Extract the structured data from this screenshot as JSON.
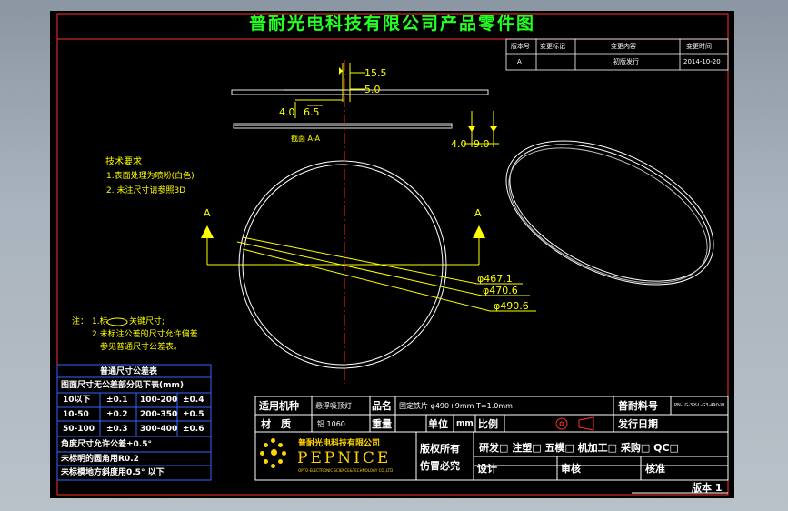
{
  "title": "普耐光电科技有限公司产品零件图",
  "revision_table": {
    "headers": [
      "版本号",
      "变更标记",
      "变更内容",
      "变更时间"
    ],
    "row": [
      "A",
      "",
      "初版发行",
      "2014-10-20"
    ]
  },
  "dims": {
    "d15_5": "15.5",
    "d5_0": "5.0",
    "d4_0a": "4.0",
    "d6_5": "6.5",
    "d4_0b": "4.0",
    "d9_0": "9.0",
    "section": "截面 A-A",
    "section_mark_left": "A",
    "section_mark_right": "A",
    "dia1": "φ467.1",
    "dia2": "φ470.6",
    "dia3": "φ490.6"
  },
  "tech": {
    "heading": "技术要求",
    "line1": "1.表面处理为喷粉(白色)",
    "line2": "2. 未注尺寸请参照3D"
  },
  "note": {
    "prefix": "注：",
    "line1_a": "1.标",
    "line1_b": "关键尺寸;",
    "line2": "2.未标注公差的尺寸允许偏差",
    "line3": "参见普通尺寸公差表。"
  },
  "tolerance": {
    "title": "普通尺寸公差表",
    "subtitle": "图面尺寸无公差部分见下表(mm)",
    "rows": [
      [
        "10以下",
        "±0.1",
        "100-200",
        "±0.4"
      ],
      [
        "10-50",
        "±0.2",
        "200-350",
        "±0.5"
      ],
      [
        "50-100",
        "±0.3",
        "300-400",
        "±0.6"
      ]
    ],
    "angle": "角度尺寸允许公差±0.5°",
    "radius": "未标明的圆角用R0.2",
    "slope": "未标模地方斜度用0.5° 以下"
  },
  "title_block": {
    "machine_label": "适用机种",
    "machine_value": "悬浮吸顶灯",
    "name_label": "品名",
    "name_value": "固定铁片 φ490+9mm  T=1.0mm",
    "part_label": "普耐料号",
    "part_value": "PN-LG-3-Y-L-G3-490-W",
    "material_label": "材　质",
    "material_value": "铝 1060",
    "weight_label": "重量",
    "unit_label": "单位",
    "unit_value": "mm",
    "scale_label": "比例",
    "date_label": "发行日期",
    "company_cn": "普耐光电科技有限公司",
    "company_en": "PEPNICE",
    "company_en_small": "OPTO-ELECTRONIC SCIENCE&TECHNOLOGY CO.,LTD",
    "copyright1": "版权所有",
    "copyright2": "仿冒必究",
    "departments": "研发□ 注塑□ 五模□ 机加工□ 采购□ QC□",
    "design_label": "设计",
    "review_label": "审核",
    "approve_label": "核准",
    "page_label": "版本 1"
  },
  "colors": {
    "background": "#000000",
    "title": "#22ff22",
    "border": "#ff3030",
    "geometry": "#ffffff",
    "center_line": "#ff2020",
    "dimension": "#ffff00",
    "table_border": "#3366ff",
    "frame_outer": "#b9c1c9"
  }
}
